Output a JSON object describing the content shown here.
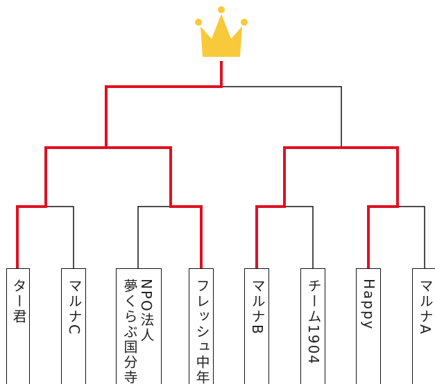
{
  "colors": {
    "winner_line": "#e01020",
    "bracket_line": "#111111",
    "crown": "#f8c93a"
  },
  "icon": "crown-icon",
  "teams": [
    {
      "name": "ター君",
      "winner_path": true
    },
    {
      "name": "マルナC",
      "winner_path": false
    },
    {
      "name": "NPO法人\n夢くらぶ国分寺",
      "winner_path": false
    },
    {
      "name": "フレッシュ中年",
      "winner_path": true
    },
    {
      "name": "マルナB",
      "winner_path": true
    },
    {
      "name": "チーム1904",
      "winner_path": false
    },
    {
      "name": "Happy",
      "winner_path": true
    },
    {
      "name": "マルナA",
      "winner_path": false
    }
  ]
}
